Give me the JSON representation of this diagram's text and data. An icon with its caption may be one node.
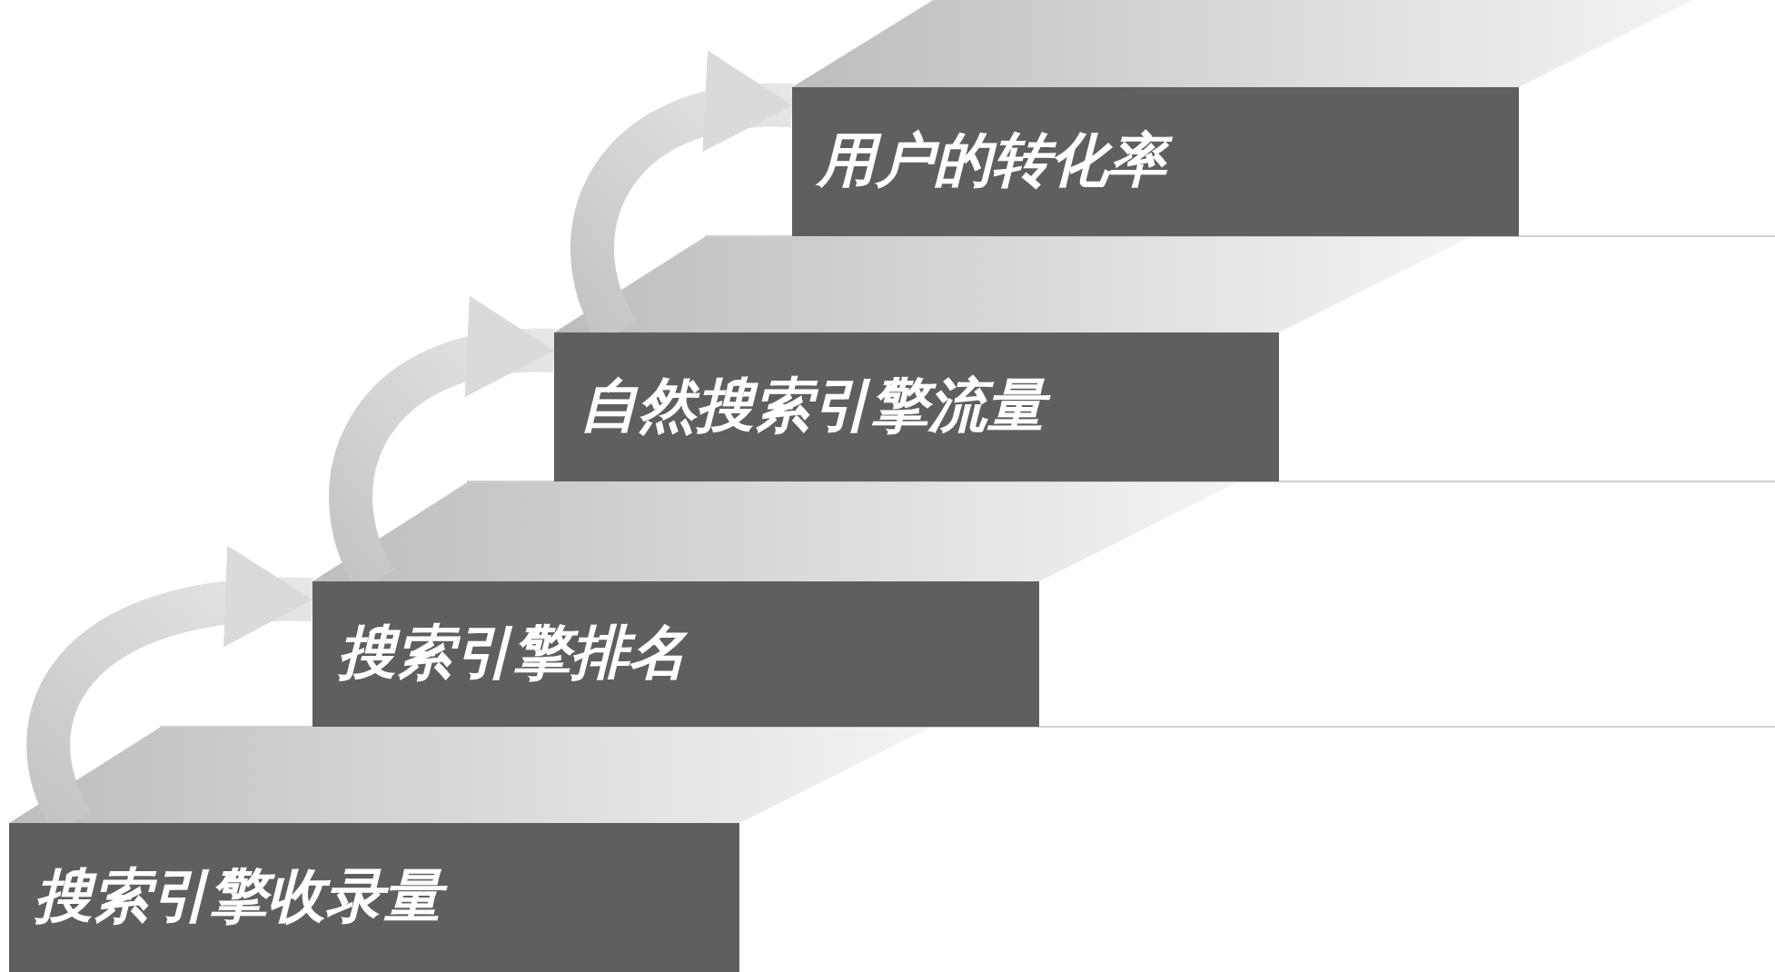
{
  "diagram": {
    "nodes": [
      {
        "text": [
          "搜索引擎收录量"
        ]
      },
      {
        "text": [
          "搜索引擎排名"
        ]
      },
      {
        "text": [
          "自然搜索引擎流量"
        ]
      },
      {
        "text": [
          "用户的转化率"
        ]
      }
    ],
    "edges": [
      {
        "from": 0,
        "to": 1,
        "arrow": "to"
      },
      {
        "from": 1,
        "to": 2,
        "arrow": "to"
      },
      {
        "from": 2,
        "to": 3,
        "arrow": "to"
      }
    ]
  }
}
